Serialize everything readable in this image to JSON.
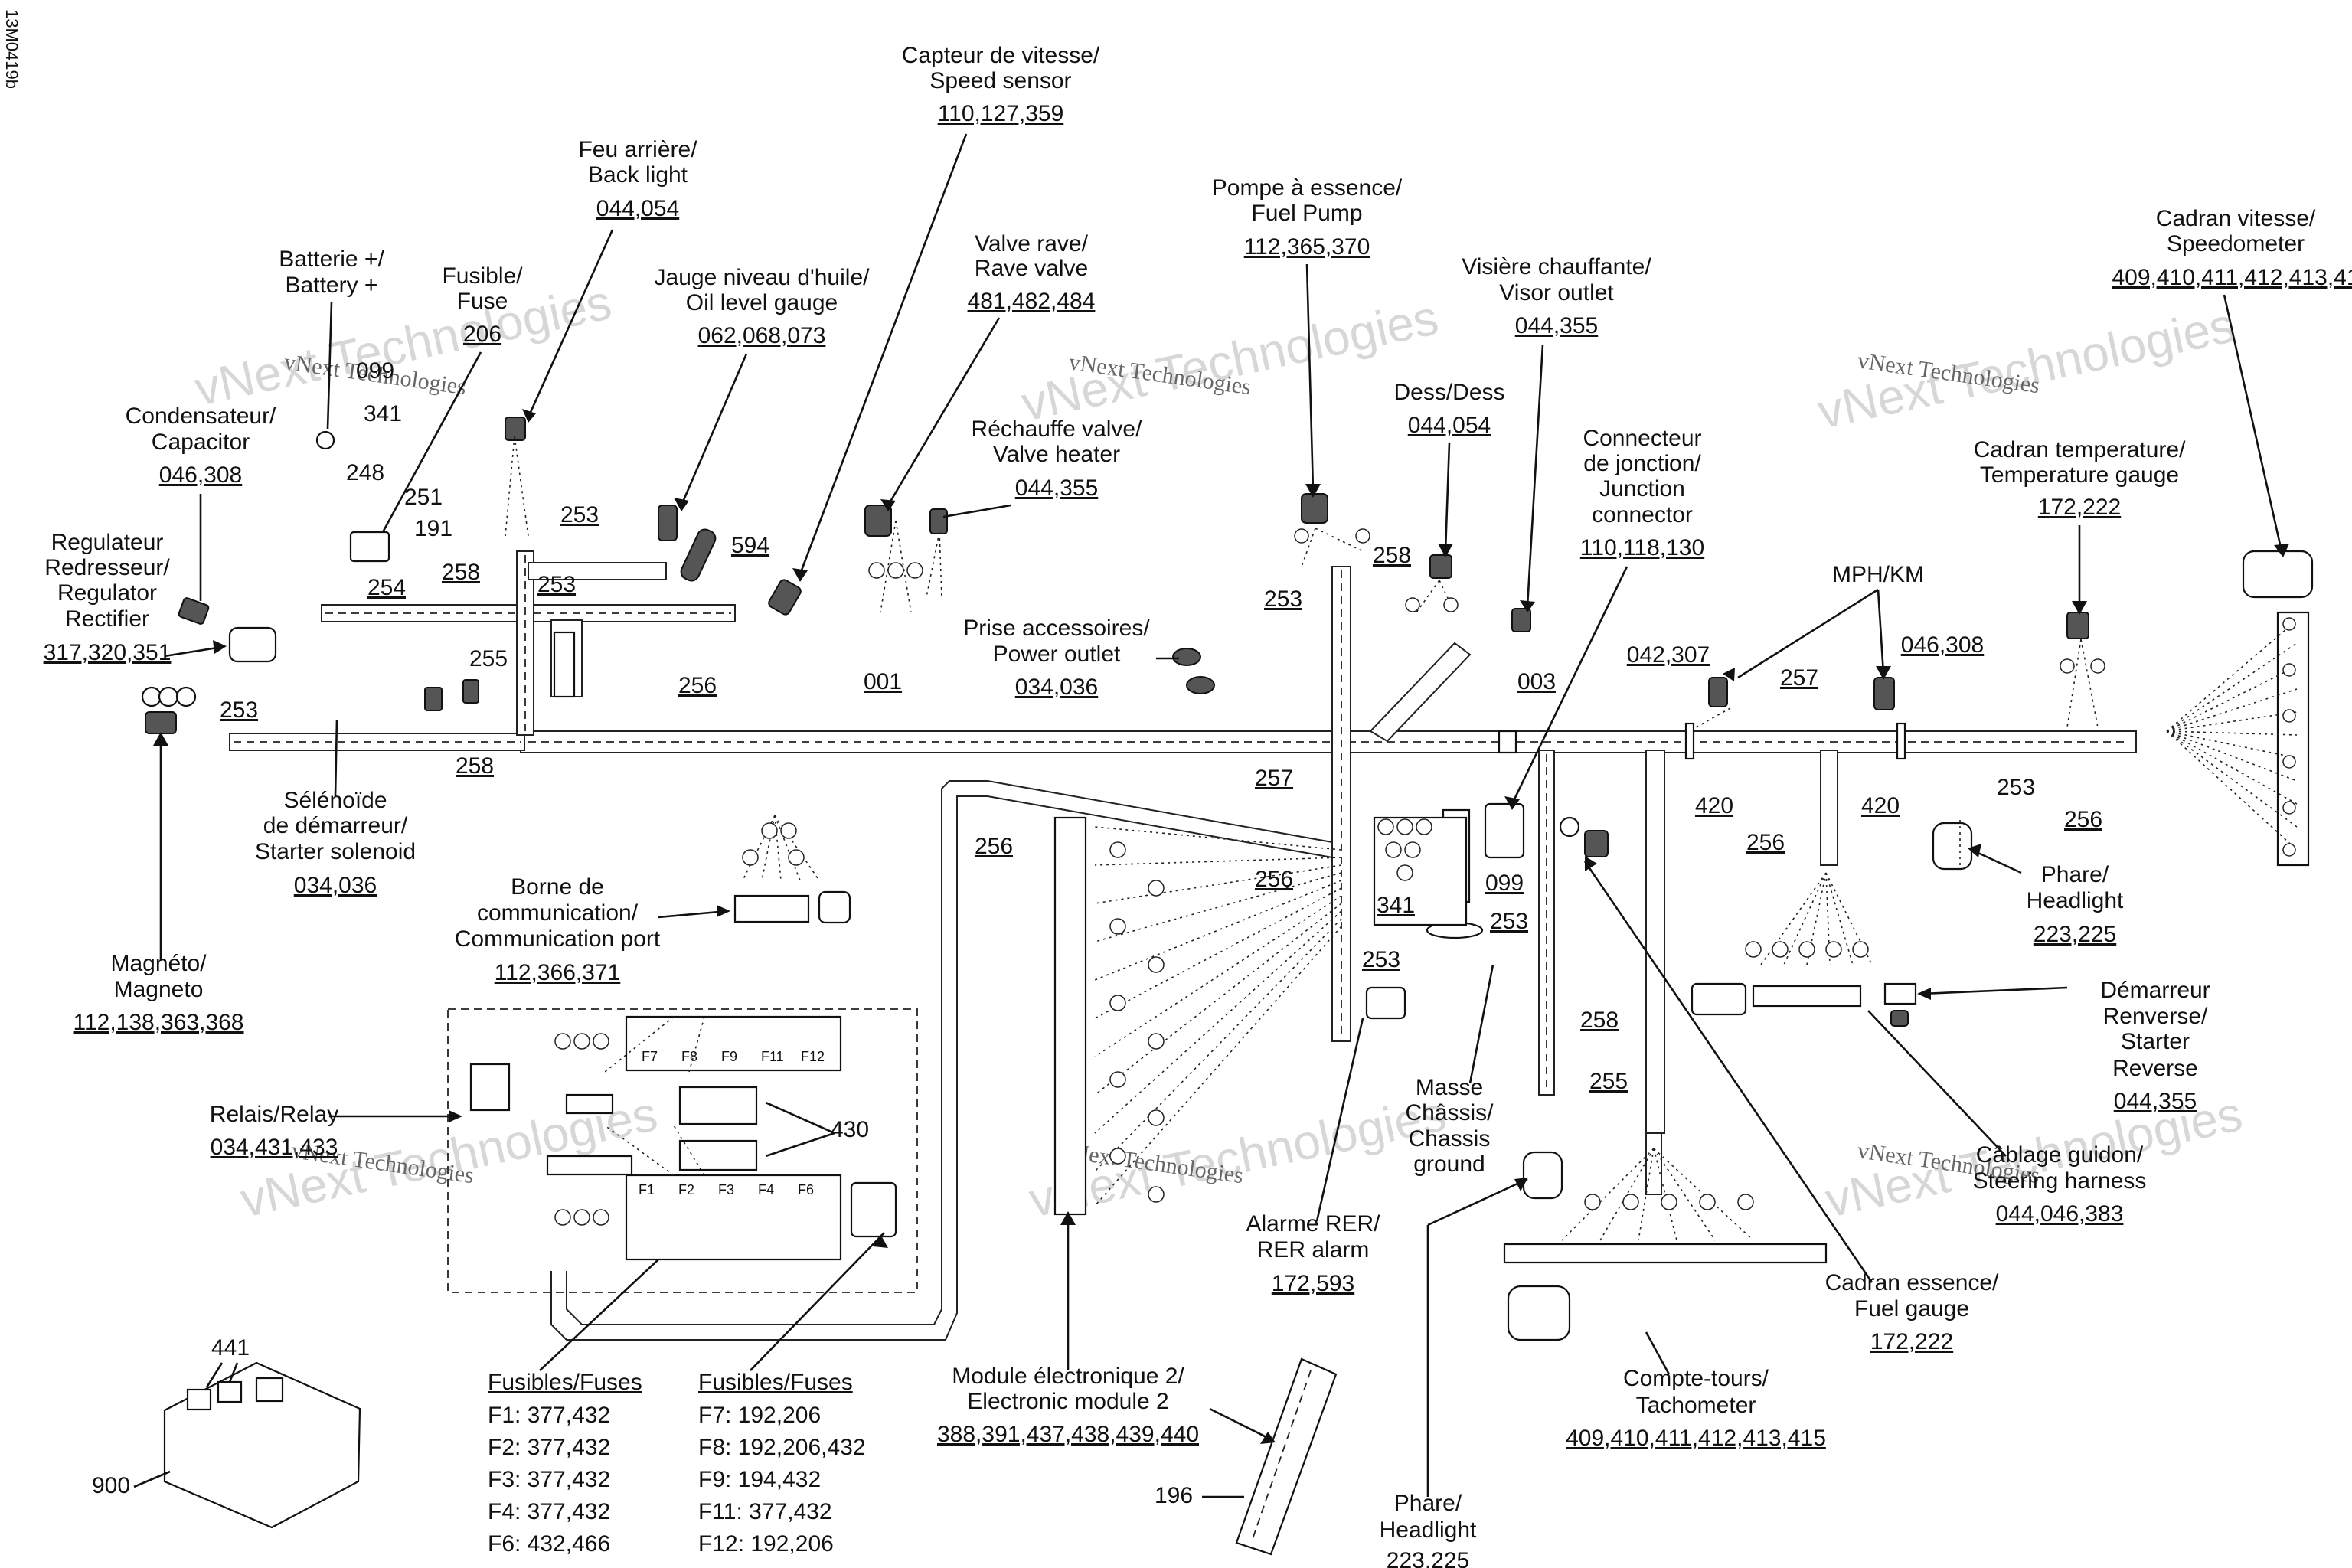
{
  "document_id": "13M0419b",
  "watermark": {
    "small": "vNext Technologies",
    "big": "vNext Technologies"
  },
  "callouts": [
    {
      "id": "speed-sensor",
      "lines": [
        "Capteur de vitesse/",
        "Speed sensor"
      ],
      "parts": "110,127,359"
    },
    {
      "id": "back-light",
      "lines": [
        "Feu arrière/",
        "Back light"
      ],
      "parts": "044,054"
    },
    {
      "id": "fuel-pump",
      "lines": [
        "Pompe à essence/",
        "Fuel Pump"
      ],
      "parts": "112,365,370"
    },
    {
      "id": "speedometer",
      "lines": [
        "Cadran vitesse/",
        "Speedometer"
      ],
      "parts": "409,410,411,412,413,41"
    },
    {
      "id": "battery",
      "lines": [
        "Batterie +/",
        "Battery +"
      ],
      "parts": ""
    },
    {
      "id": "fuse",
      "lines": [
        "Fusible/",
        "Fuse"
      ],
      "parts": "206"
    },
    {
      "id": "oil-gauge",
      "lines": [
        "Jauge niveau d'huile/",
        "Oil level gauge"
      ],
      "parts": "062,068,073"
    },
    {
      "id": "rave-valve",
      "lines": [
        "Valve rave/",
        "Rave valve"
      ],
      "parts": "481,482,484"
    },
    {
      "id": "visor-outlet",
      "lines": [
        "Visière chauffante/",
        "Visor outlet"
      ],
      "parts": "044,355"
    },
    {
      "id": "capacitor",
      "lines": [
        "Condensateur/",
        "Capacitor"
      ],
      "parts": "046,308"
    },
    {
      "id": "valve-heater",
      "lines": [
        "Réchauffe valve/",
        "Valve heater"
      ],
      "parts": "044,355"
    },
    {
      "id": "dess",
      "lines": [
        "Dess/Dess"
      ],
      "parts": "044,054"
    },
    {
      "id": "junction-connector",
      "lines": [
        "Connecteur",
        "de jonction/",
        "Junction",
        "connector"
      ],
      "parts": "110,118,130"
    },
    {
      "id": "temperature-gauge",
      "lines": [
        "Cadran temperature/",
        "Temperature gauge"
      ],
      "parts": "172,222"
    },
    {
      "id": "regulator",
      "lines": [
        "Regulateur",
        "Redresseur/",
        "Regulator",
        "Rectifier"
      ],
      "parts": "317,320,351"
    },
    {
      "id": "power-outlet",
      "lines": [
        "Prise accessoires/",
        "Power outlet"
      ],
      "parts": "034,036"
    },
    {
      "id": "mph-km",
      "lines": [
        "MPH/KM"
      ],
      "parts": ""
    },
    {
      "id": "starter-solenoid",
      "lines": [
        "Sélénoïde",
        "de démarreur/",
        "Starter solenoid"
      ],
      "parts": "034,036"
    },
    {
      "id": "communication-port",
      "lines": [
        "Borne de",
        "communication/",
        "Communication port"
      ],
      "parts": "112,366,371"
    },
    {
      "id": "headlight-right",
      "lines": [
        "Phare/",
        "Headlight"
      ],
      "parts": "223,225"
    },
    {
      "id": "magneto",
      "lines": [
        "Magnéto/",
        "Magneto"
      ],
      "parts": "112,138,363,368"
    },
    {
      "id": "starter-reverse",
      "lines": [
        "Démarreur",
        "Renverse/",
        "Starter",
        "Reverse"
      ],
      "parts": "044,355"
    },
    {
      "id": "relay",
      "lines": [
        "Relais/Relay"
      ],
      "parts": "034,431,433"
    },
    {
      "id": "chassis-ground",
      "lines": [
        "Masse",
        "Châssis/",
        "Chassis",
        "ground"
      ],
      "parts": ""
    },
    {
      "id": "steering-harness",
      "lines": [
        "Câblage guidon/",
        "Steering harness"
      ],
      "parts": "044,046,383"
    },
    {
      "id": "rer-alarm",
      "lines": [
        "Alarme RER/",
        "RER alarm"
      ],
      "parts": "172,593"
    },
    {
      "id": "fuel-gauge",
      "lines": [
        "Cadran essence/",
        "Fuel gauge"
      ],
      "parts": "172,222"
    },
    {
      "id": "tachometer",
      "lines": [
        "Compte-tours/",
        "Tachometer"
      ],
      "parts": "409,410,411,412,413,415"
    },
    {
      "id": "electronic-module",
      "lines": [
        "Module électronique 2/",
        "Electronic module 2"
      ],
      "parts": "388,391,437,438,439,440"
    },
    {
      "id": "headlight-bottom",
      "lines": [
        "Phare/",
        "Headlight"
      ],
      "parts": "223,225"
    }
  ],
  "ref_numbers": [
    "099",
    "341",
    "248",
    "251",
    "191",
    "253",
    "594",
    "258",
    "253",
    "254",
    "255",
    "253",
    "256",
    "001",
    "258",
    "253",
    "258",
    "003",
    "042,307",
    "257",
    "046,308",
    "420",
    "420",
    "253",
    "256",
    "257",
    "256",
    "256",
    "099",
    "341",
    "253",
    "253",
    "256",
    "258",
    "255",
    "430",
    "441",
    "900",
    "196"
  ],
  "fuses": {
    "heading_left": "Fusibles/Fuses",
    "heading_right": "Fusibles/Fuses",
    "left": [
      "F1: 377,432",
      "F2: 377,432",
      "F3: 377,432",
      "F4: 377,432",
      "F6: 432,466"
    ],
    "right": [
      "F7: 192,206",
      "F8: 192,206,432",
      "F9: 194,432",
      "F11: 377,432",
      "F12: 192,206"
    ],
    "box_top_labels": [
      "F7",
      "F8",
      "F9",
      "F11",
      "F12"
    ],
    "box_bottom_labels": [
      "F1",
      "F2",
      "F3",
      "F4",
      "F6"
    ]
  }
}
